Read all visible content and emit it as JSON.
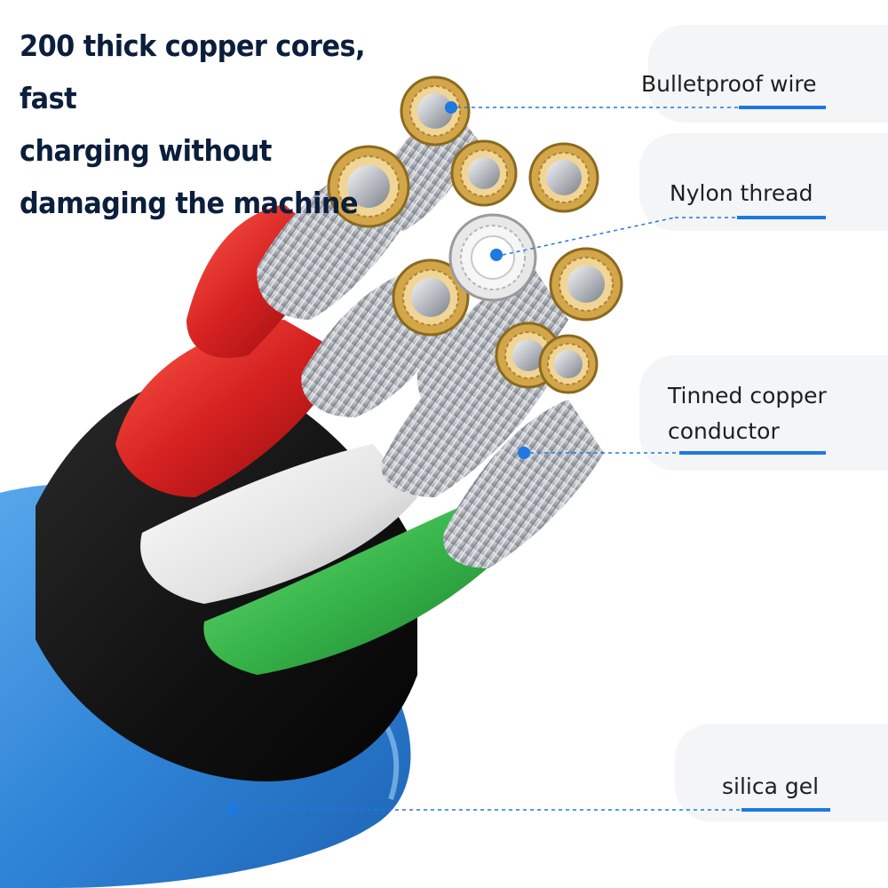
{
  "headline": {
    "lines": [
      "200 thick copper cores, fast",
      "charging without",
      "damaging the machine"
    ]
  },
  "callouts": [
    {
      "id": "bulletproof",
      "label": "Bulletproof wire"
    },
    {
      "id": "nylon",
      "label": "Nylon thread"
    },
    {
      "id": "tinned",
      "label_lines": [
        "Tinned copper",
        "conductor"
      ]
    },
    {
      "id": "silica",
      "label": "silica gel"
    }
  ],
  "colors": {
    "accent_blue": "#1e78e0",
    "outer_jacket": "#3f8fdb",
    "inner_jacket": "#141414",
    "red_insulation": "#d32424",
    "white_insulation": "#e6e6e6",
    "green_insulation": "#36b54a",
    "gold_strand": "#d4a64a",
    "silver_strand": "#bfc3c8",
    "headline_text": "#0b1e3c"
  }
}
